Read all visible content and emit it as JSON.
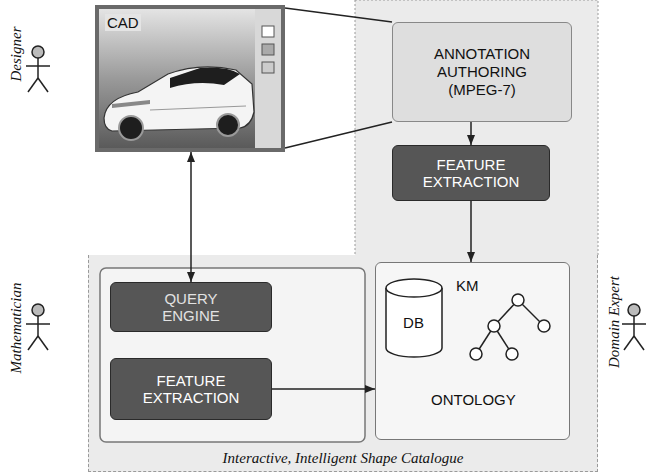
{
  "diagram": {
    "nodes": [
      {
        "text": [
          "CAD"
        ]
      },
      {
        "text": [
          "ANNOTATION AUTHORING (MPEG-7)"
        ]
      },
      {
        "text": [
          "FEATURE EXTRACTION"
        ]
      },
      {
        "text": [
          "Interactive, Intelligent Shape Catalogue"
        ]
      },
      {
        "text": [
          "QUERY ENGINE"
        ],
        "in": 3
      },
      {
        "text": [
          "FEATURE EXTRACTION"
        ],
        "in": 3
      },
      {
        "text": [
          "KM",
          "ONTOLOGY"
        ],
        "in": 3
      },
      {
        "text": [
          "DB"
        ],
        "in": 6
      }
    ],
    "edges": [
      {
        "from": 0,
        "to": 4,
        "arrow": "both"
      },
      {
        "from": 1,
        "to": 2,
        "arrow": "to"
      },
      {
        "from": 2,
        "to": 6,
        "arrow": "to"
      },
      {
        "from": 5,
        "to": 6,
        "arrow": "to"
      }
    ],
    "labels": [
      "Designer",
      "Mathematician",
      "Domain Expert"
    ]
  }
}
